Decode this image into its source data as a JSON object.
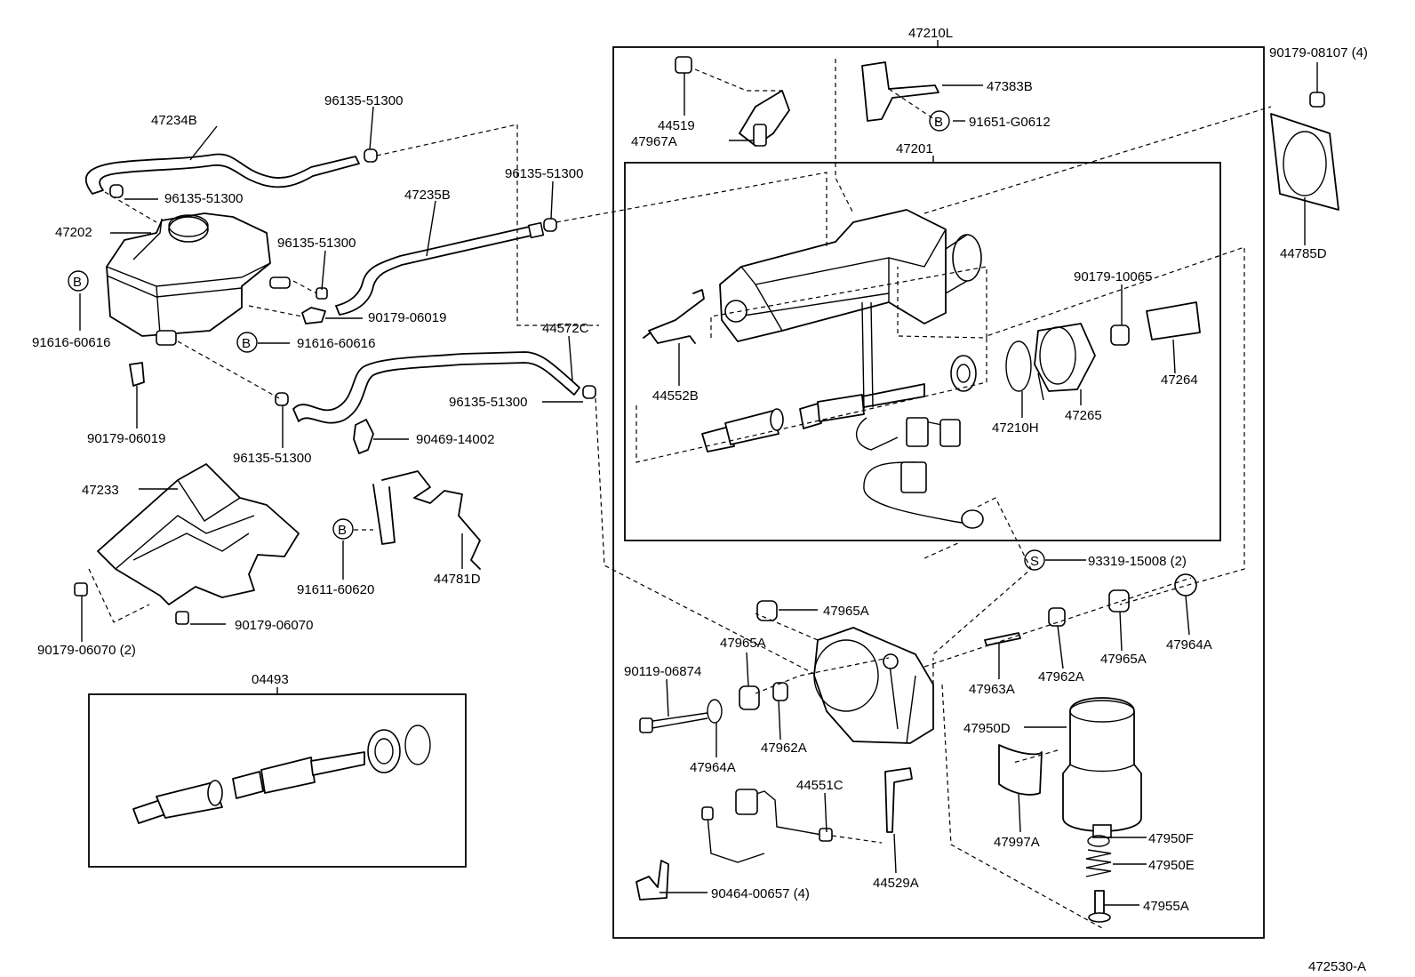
{
  "diagram_id": "472530-A",
  "groups": {
    "outer_assembly": "47210L",
    "inner_assembly": "47201",
    "kit": "04493"
  },
  "labels": [
    {
      "id": "p-47234B",
      "text": "47234B"
    },
    {
      "id": "p-96135-51300-a",
      "text": "96135-51300"
    },
    {
      "id": "p-96135-51300-b",
      "text": "96135-51300"
    },
    {
      "id": "p-47202",
      "text": "47202"
    },
    {
      "id": "p-96135-51300-c",
      "text": "96135-51300"
    },
    {
      "id": "p-47235B",
      "text": "47235B"
    },
    {
      "id": "p-96135-51300-d",
      "text": "96135-51300"
    },
    {
      "id": "p-91616-60616-a",
      "text": "91616-60616"
    },
    {
      "id": "p-90179-06019-a",
      "text": "90179-06019"
    },
    {
      "id": "p-91616-60616-b",
      "text": "91616-60616"
    },
    {
      "id": "p-44572C",
      "text": "44572C"
    },
    {
      "id": "p-96135-51300-e",
      "text": "96135-51300"
    },
    {
      "id": "p-90179-06019-b",
      "text": "90179-06019"
    },
    {
      "id": "p-90469-14002",
      "text": "90469-14002"
    },
    {
      "id": "p-96135-51300-f",
      "text": "96135-51300"
    },
    {
      "id": "p-47233",
      "text": "47233"
    },
    {
      "id": "p-91611-60620",
      "text": "91611-60620"
    },
    {
      "id": "p-44781D",
      "text": "44781D"
    },
    {
      "id": "p-90179-06070-a",
      "text": "90179-06070"
    },
    {
      "id": "p-90179-06070-b",
      "text": "90179-06070 (2)"
    },
    {
      "id": "p-44519",
      "text": "44519"
    },
    {
      "id": "p-47967A",
      "text": "47967A"
    },
    {
      "id": "p-47383B",
      "text": "47383B"
    },
    {
      "id": "p-91651-G0612",
      "text": "91651-G0612"
    },
    {
      "id": "p-90179-08107",
      "text": "90179-08107 (4)"
    },
    {
      "id": "p-44785D",
      "text": "44785D"
    },
    {
      "id": "p-90179-10065",
      "text": "90179-10065"
    },
    {
      "id": "p-44552B",
      "text": "44552B"
    },
    {
      "id": "p-47210H",
      "text": "47210H"
    },
    {
      "id": "p-47265",
      "text": "47265"
    },
    {
      "id": "p-47264",
      "text": "47264"
    },
    {
      "id": "p-93319-15008",
      "text": "93319-15008 (2)"
    },
    {
      "id": "p-47965A-a",
      "text": "47965A"
    },
    {
      "id": "p-47965A-b",
      "text": "47965A"
    },
    {
      "id": "p-90119-06874",
      "text": "90119-06874"
    },
    {
      "id": "p-47963A",
      "text": "47963A"
    },
    {
      "id": "p-47962A-a",
      "text": "47962A"
    },
    {
      "id": "p-47965A-c",
      "text": "47965A"
    },
    {
      "id": "p-47964A-a",
      "text": "47964A"
    },
    {
      "id": "p-47962A-b",
      "text": "47962A"
    },
    {
      "id": "p-47964A-b",
      "text": "47964A"
    },
    {
      "id": "p-47950D",
      "text": "47950D"
    },
    {
      "id": "p-44551C",
      "text": "44551C"
    },
    {
      "id": "p-47997A",
      "text": "47997A"
    },
    {
      "id": "p-47950F",
      "text": "47950F"
    },
    {
      "id": "p-47950E",
      "text": "47950E"
    },
    {
      "id": "p-44529A",
      "text": "44529A"
    },
    {
      "id": "p-90464-00657",
      "text": "90464-00657 (4)"
    },
    {
      "id": "p-47955A",
      "text": "47955A"
    }
  ],
  "markers": {
    "bolt_marker": "B",
    "special_marker": "S"
  }
}
